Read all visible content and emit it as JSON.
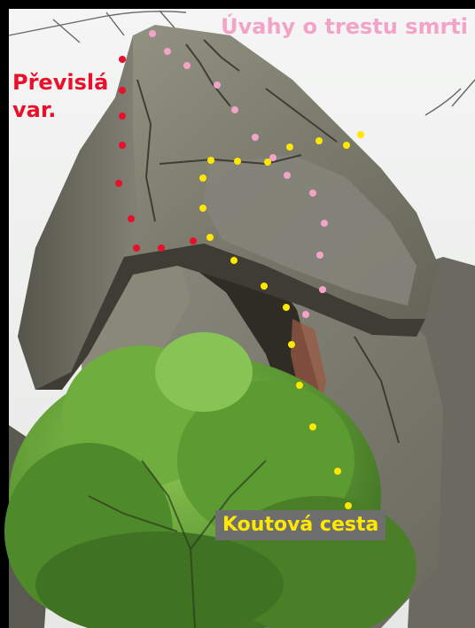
{
  "routes": [
    {
      "id": "pink",
      "label": "Úvahy o trestu smrti",
      "color": "#f4a3c8"
    },
    {
      "id": "red",
      "label_line1": "Převislá",
      "label_line2": "var.",
      "color": "#e8102a"
    },
    {
      "id": "yellow",
      "label": "Koutová cesta",
      "color": "#ffe800",
      "label_background": "#6e6e6e"
    }
  ]
}
